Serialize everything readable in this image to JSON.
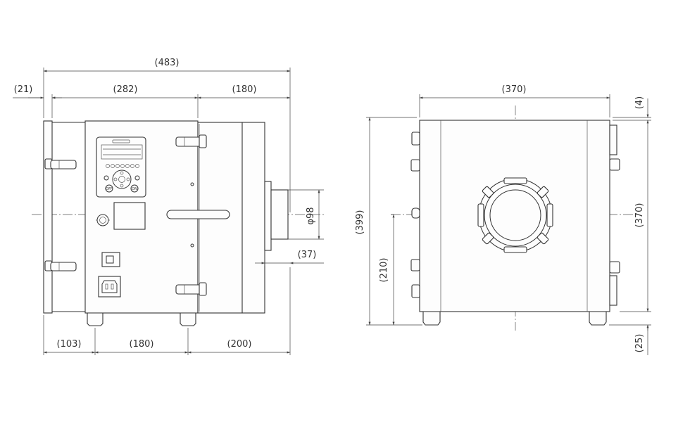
{
  "front_view": {
    "dimensions": {
      "overall_width": "(483)",
      "left_offset": "(21)",
      "body_width": "(282)",
      "right_width": "(180)",
      "duct_diameter": "φ98",
      "duct_projection": "(37)",
      "bottom_left": "(103)",
      "bottom_middle": "(180)",
      "bottom_right": "(200)"
    },
    "panel_buttons": [
      "OFF",
      "ON"
    ]
  },
  "side_view": {
    "dimensions": {
      "width": "(370)",
      "top_offset": "(4)",
      "overall_height": "(399)",
      "center_height": "(210)",
      "body_height": "(370)",
      "foot_height": "(25)"
    }
  }
}
